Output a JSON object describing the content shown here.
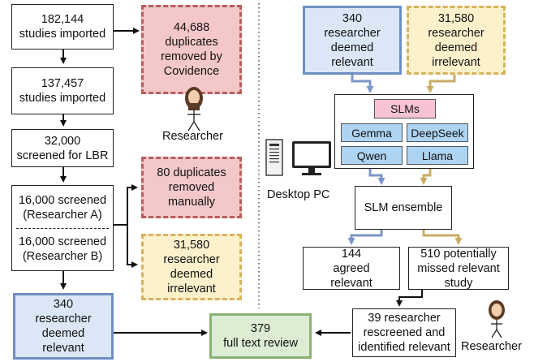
{
  "left": {
    "imported1": [
      "182,144",
      "studies imported"
    ],
    "duplicates1": [
      "44,688",
      "duplicates",
      "removed by",
      "Covidence"
    ],
    "imported2": [
      "137,457",
      "studies imported"
    ],
    "screened": [
      "32,000",
      "screened for LBR"
    ],
    "researcher_a": [
      "16,000 screened",
      "(Researcher A)"
    ],
    "researcher_b": [
      "16,000 screened",
      "(Researcher B)"
    ],
    "duplicates2": [
      "80 duplicates",
      "removed",
      "manually"
    ],
    "irrelevant": [
      "31,580",
      "researcher",
      "deemed",
      "irrelevant"
    ],
    "relevant": [
      "340",
      "researcher",
      "deemed",
      "relevant"
    ],
    "researcher_label": "Researcher"
  },
  "center": {
    "full_text": [
      "379",
      "full text review"
    ]
  },
  "right": {
    "relevant": [
      "340",
      "researcher",
      "deemed",
      "relevant"
    ],
    "irrelevant": [
      "31,580",
      "researcher",
      "deemed",
      "irrelevant"
    ],
    "slms_title": "SLMs",
    "models": [
      "Gemma",
      "DeepSeek",
      "Qwen",
      "Llama"
    ],
    "desktop_label": "Desktop PC",
    "ensemble": "SLM ensemble",
    "agreed": [
      "144",
      "agreed",
      "relevant"
    ],
    "missed": [
      "510 potentially",
      "missed relevant",
      "study"
    ],
    "rescreened": [
      "39 researcher",
      "rescreened and",
      "identified relevant"
    ],
    "researcher_label": "Researcher"
  },
  "colors": {
    "blue_arrow": "#7c96c6",
    "gold_arrow": "#c8ad65",
    "red_fill": "#f4c8c8",
    "yellow_fill": "#fdf1cc",
    "blue_fill": "#dbe7f6",
    "green_fill": "#dcedd3"
  },
  "icons": [
    "researcher-icon",
    "desktop-pc-icon"
  ]
}
